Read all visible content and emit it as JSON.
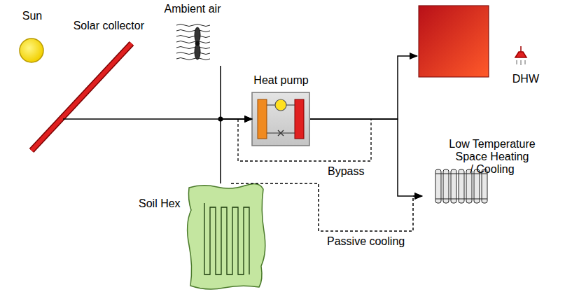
{
  "diagram": {
    "nodes": [
      {
        "text": [
          "Sun"
        ]
      },
      {
        "text": [
          "Solar collector"
        ]
      },
      {
        "text": [
          "Ambient air"
        ]
      },
      {
        "text": [
          "Soil Hex"
        ]
      },
      {
        "text": [
          "Heat pump"
        ]
      },
      {
        "text": [
          "DHW"
        ]
      },
      {
        "text": [
          "Low Temperature Space Heating / Cooling"
        ]
      }
    ],
    "edges": [
      {
        "from": 1,
        "to": 4,
        "arrow": "to"
      },
      {
        "from": 2,
        "to": 4,
        "arrow": "to"
      },
      {
        "from": 3,
        "to": 4,
        "arrow": "to"
      },
      {
        "from": 4,
        "to": 5,
        "arrow": "to"
      },
      {
        "from": 4,
        "to": 6,
        "arrow": "to"
      },
      {
        "from": 3,
        "to": 6,
        "label": "Passive cooling",
        "arrow": "to"
      }
    ],
    "labels": [
      "Bypass"
    ]
  }
}
